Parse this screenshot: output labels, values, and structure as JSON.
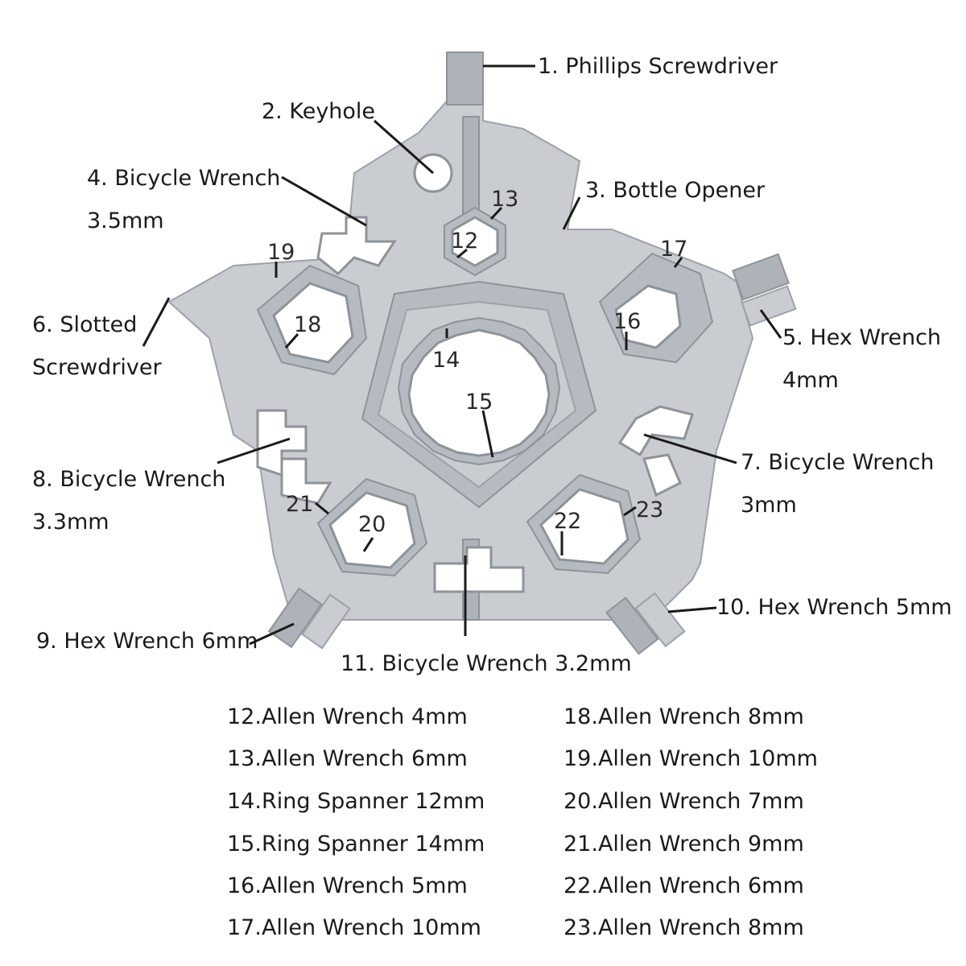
{
  "callouts": {
    "c1": "1. Phillips Screwdriver",
    "c2": "2. Keyhole",
    "c3": "3. Bottle Opener",
    "c4_line1": "4. Bicycle Wrench",
    "c4_line2": "3.5mm",
    "c5_line1": "5. Hex Wrench",
    "c5_line2": "4mm",
    "c6_line1": "6. Slotted",
    "c6_line2": "Screwdriver",
    "c7_line1": "7. Bicycle Wrench",
    "c7_line2": "3mm",
    "c8_line1": "8. Bicycle Wrench",
    "c8_line2": "3.3mm",
    "c9": "9. Hex Wrench 6mm",
    "c10": "10. Hex Wrench 5mm",
    "c11": "11. Bicycle Wrench 3.2mm"
  },
  "numbers": {
    "n12": "12",
    "n13": "13",
    "n14": "14",
    "n15": "15",
    "n16": "16",
    "n17": "17",
    "n18": "18",
    "n19": "19",
    "n20": "20",
    "n21": "21",
    "n22": "22",
    "n23": "23"
  },
  "specs_left": [
    "12.Allen Wrench 4mm",
    "13.Allen Wrench 6mm",
    "14.Ring Spanner 12mm",
    "15.Ring Spanner 14mm",
    "16.Allen Wrench 5mm",
    "17.Allen Wrench 10mm"
  ],
  "specs_right": [
    "18.Allen Wrench 8mm",
    "19.Allen Wrench 10mm",
    "20.Allen Wrench 7mm",
    "21.Allen Wrench 9mm",
    "22.Allen Wrench 6mm",
    "23.Allen Wrench 8mm"
  ],
  "colors": {
    "metal": "#c9ccd0",
    "metal_shadow": "#aeb3b9",
    "text": "#1a1a1a"
  }
}
